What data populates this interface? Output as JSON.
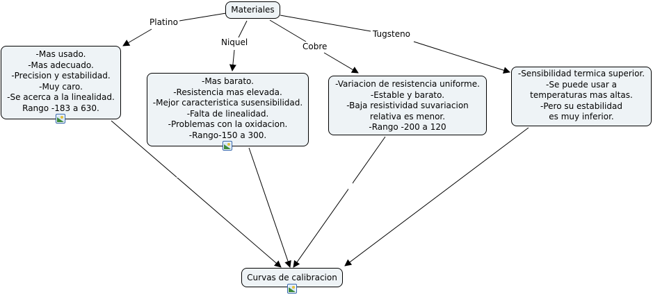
{
  "concepts": {
    "materiales": "Materiales",
    "platino_box": "-Mas usado.\n-Mas adecuado.\n-Precision y estabilidad.\n-Muy caro.\n-Se acerca a la linealidad.\nRango -183 a 630.",
    "niquel_box": "-Mas barato.\n-Resistencia mas elevada.\n-Mejor caracteristica susensibilidad.\n-Falta de linealidad.\n-Problemas con la oxidacion.\n-Rango-150 a 300.",
    "cobre_box": "-Variacion de resistencia uniforme.\n-Estable y barato.\n-Baja resistividad suvariacion\nrelativa es menor.\n-Rango -200 a 120",
    "tugsteno_box": "-Sensibilidad termica superior.\n-Se puede usar a\ntemperaturas mas altas.\n-Pero su estabilidad\nes muy inferior.",
    "curvas": "Curvas de calibracion"
  },
  "link_labels": {
    "platino": "Platino",
    "niquel": "Niquel",
    "cobre": "Cobre",
    "tugsteno": "Tugsteno"
  },
  "icons": {
    "resource": "image-resource-icon"
  },
  "colors": {
    "node_fill": "#eef3f6",
    "node_border": "#000000",
    "link": "#000000"
  }
}
